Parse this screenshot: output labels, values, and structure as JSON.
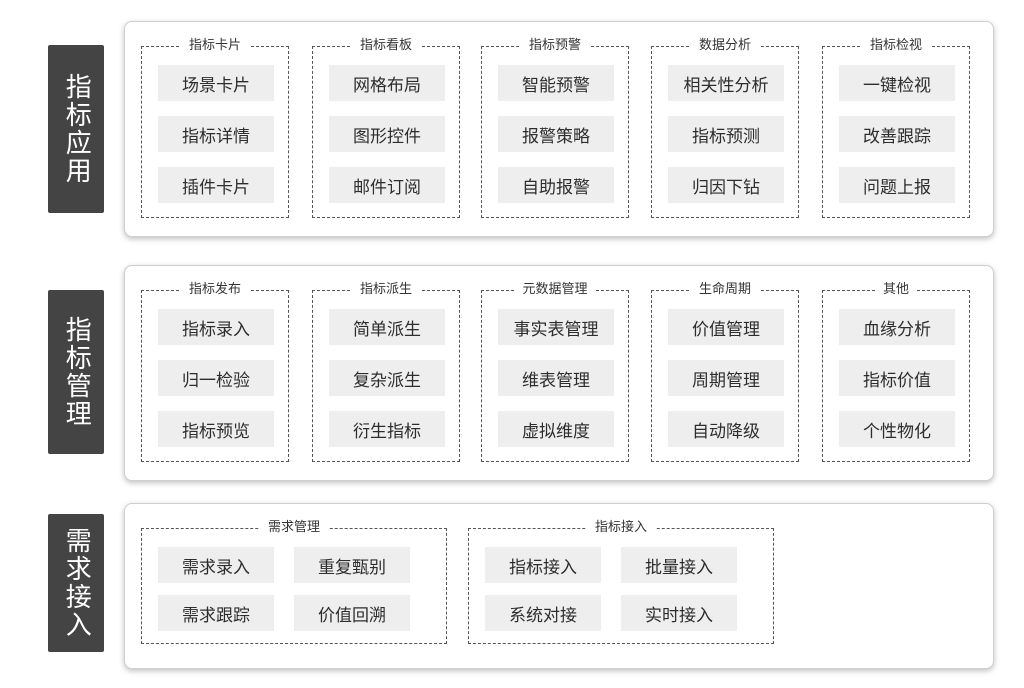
{
  "layers": [
    {
      "label": "指标应用",
      "groups": [
        {
          "title": "指标卡片",
          "items": [
            "场景卡片",
            "指标详情",
            "插件卡片"
          ]
        },
        {
          "title": "指标看板",
          "items": [
            "网格布局",
            "图形控件",
            "邮件订阅"
          ]
        },
        {
          "title": "指标预警",
          "items": [
            "智能预警",
            "报警策略",
            "自助报警"
          ]
        },
        {
          "title": "数据分析",
          "items": [
            "相关性分析",
            "指标预测",
            "归因下钻"
          ]
        },
        {
          "title": "指标检视",
          "items": [
            "一键检视",
            "改善跟踪",
            "问题上报"
          ]
        }
      ]
    },
    {
      "label": "指标管理",
      "groups": [
        {
          "title": "指标发布",
          "items": [
            "指标录入",
            "归一检验",
            "指标预览"
          ]
        },
        {
          "title": "指标派生",
          "items": [
            "简单派生",
            "复杂派生",
            "衍生指标"
          ]
        },
        {
          "title": "元数据管理",
          "items": [
            "事实表管理",
            "维表管理",
            "虚拟维度"
          ]
        },
        {
          "title": "生命周期",
          "items": [
            "价值管理",
            "周期管理",
            "自动降级"
          ]
        },
        {
          "title": "其他",
          "items": [
            "血缘分析",
            "指标价值",
            "个性物化"
          ]
        }
      ]
    },
    {
      "label": "需求接入",
      "groups": [
        {
          "title": "需求管理",
          "items": [
            "需求录入",
            "重复甄别",
            "需求跟踪",
            "价值回溯"
          ]
        },
        {
          "title": "指标接入",
          "items": [
            "指标接入",
            "批量接入",
            "系统对接",
            "实时接入"
          ]
        }
      ]
    }
  ]
}
